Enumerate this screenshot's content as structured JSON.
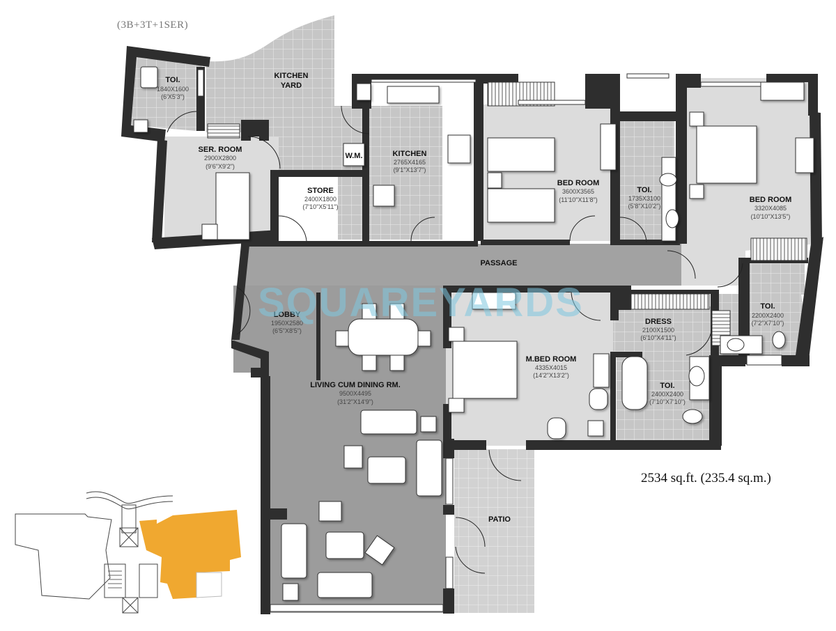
{
  "header": {
    "configuration": "(3B+3T+1SER)"
  },
  "footer": {
    "total_area": "2534 sq.ft. (235.4 sq.m.)"
  },
  "watermark": "SQUAREYARDS",
  "colors": {
    "wall": "#2e2e2e",
    "tile_floor": "#c8c8c8",
    "tile_grid": "#eeeeee",
    "room_floor": "#dcdcdc",
    "living_floor": "#9a9a9a",
    "passage_floor": "#a0a0a0",
    "furniture": "#ffffff",
    "key_plan_highlight": "#f0a830",
    "watermark": "#7fc8e0"
  },
  "rooms": [
    {
      "id": "toi-servant",
      "name": "TOI.",
      "dim_mm": "1840X1600",
      "dim_ft": "(6'X5'3\")"
    },
    {
      "id": "kitchen-yard",
      "name": "KITCHEN YARD",
      "name_line1": "KITCHEN",
      "name_line2": "YARD"
    },
    {
      "id": "ser-room",
      "name": "SER. ROOM",
      "dim_mm": "2900X2800",
      "dim_ft": "(9'6\"X9'2\")"
    },
    {
      "id": "wm",
      "name": "W.M."
    },
    {
      "id": "store",
      "name": "STORE",
      "dim_mm": "2400X1800",
      "dim_ft": "(7'10\"X5'11\")"
    },
    {
      "id": "kitchen",
      "name": "KITCHEN",
      "dim_mm": "2765X4165",
      "dim_ft": "(9'1\"X13'7\")"
    },
    {
      "id": "bed-room-1",
      "name": "BED ROOM",
      "dim_mm": "3600X3565",
      "dim_ft": "(11'10\"X11'8\")"
    },
    {
      "id": "toi-1",
      "name": "TOI.",
      "dim_mm": "1735X3100",
      "dim_ft": "(5'8\"X10'2\")"
    },
    {
      "id": "bed-room-2",
      "name": "BED ROOM",
      "dim_mm": "3320X4085",
      "dim_ft": "(10'10\"X13'5\")"
    },
    {
      "id": "passage",
      "name": "PASSAGE"
    },
    {
      "id": "toi-2",
      "name": "TOI.",
      "dim_mm": "2200X2400",
      "dim_ft": "(7'2\"X7'10\")"
    },
    {
      "id": "lobby",
      "name": "LOBBY",
      "dim_mm": "1950X2580",
      "dim_ft": "(6'5\"X8'5\")"
    },
    {
      "id": "m-bed-room",
      "name": "M.BED ROOM",
      "dim_mm": "4335X4015",
      "dim_ft": "(14'2\"X13'2\")"
    },
    {
      "id": "dress",
      "name": "DRESS",
      "dim_mm": "2100X1500",
      "dim_ft": "(6'10\"X4'11\")"
    },
    {
      "id": "toi-master",
      "name": "TOI.",
      "dim_mm": "2400X2400",
      "dim_ft": "(7'10\"X7'10\")"
    },
    {
      "id": "living-dining",
      "name": "LIVING CUM DINING RM.",
      "dim_mm": "9500X4495",
      "dim_ft": "(31'2\"X14'9\")"
    },
    {
      "id": "patio",
      "name": "PATIO"
    }
  ],
  "key_plan": {
    "label": "key plan",
    "highlighted_unit": "east wing"
  }
}
